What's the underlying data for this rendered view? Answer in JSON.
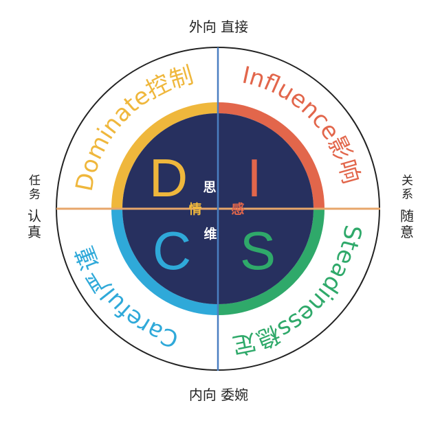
{
  "colors": {
    "navy": "#27305f",
    "gold": "#efb73c",
    "red": "#e2664b",
    "green": "#2fa96a",
    "blue": "#2fa9d9",
    "orange_axis": "#e7a66a",
    "blue_axis": "#4a7fc1",
    "outline": "#222222"
  },
  "axes": {
    "top": "外向 直接",
    "bottom": "内向 委婉",
    "left_line1": "任务",
    "left_line2": "认真",
    "right_line1": "关系",
    "right_line2": "随意"
  },
  "quadrants": {
    "d": {
      "letter": "D",
      "label": "Dominate控制"
    },
    "i": {
      "letter": "I",
      "label": "Influence影响"
    },
    "s": {
      "letter": "S",
      "label": "Steadiness稳定"
    },
    "c": {
      "letter": "C",
      "label": "Careful严谨"
    }
  },
  "center": {
    "top": "思",
    "left": "情",
    "right": "感",
    "bottom": "维"
  }
}
